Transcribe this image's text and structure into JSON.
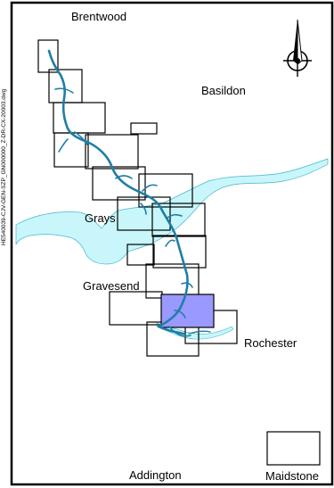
{
  "sheet_reference": "HE540039-CJV-GEN-SZP_GN000000_Z-DR-CX-20003.dwg",
  "places": {
    "brentwood": "Brentwood",
    "basildon": "Basildon",
    "grays": "Grays",
    "gravesend": "Gravesend",
    "rochester": "Rochester",
    "addington": "Addington",
    "maidstone": "Maidstone"
  },
  "north_arrow_icon": "north-arrow-icon",
  "colors": {
    "river_fill": "#c9f6fb",
    "river_stroke": "#3fb7c9",
    "route": "#1f7fa6",
    "highlight_sheet": "#9999ff",
    "frame": "#000000"
  }
}
